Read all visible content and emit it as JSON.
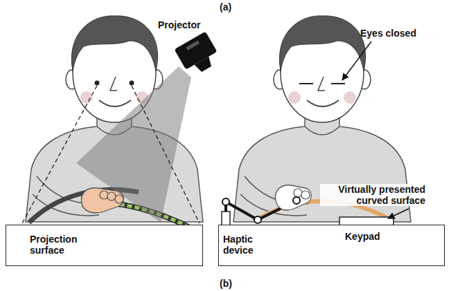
{
  "diagram": {
    "nodes": [
      {
        "text": [
          "Projection surface"
        ]
      },
      {
        "text": [
          "Haptic device",
          "Keypad"
        ]
      }
    ],
    "labels": [
      "(a)",
      "Projector",
      "Eyes closed",
      "Virtually presented curved surface",
      "(b)"
    ]
  }
}
